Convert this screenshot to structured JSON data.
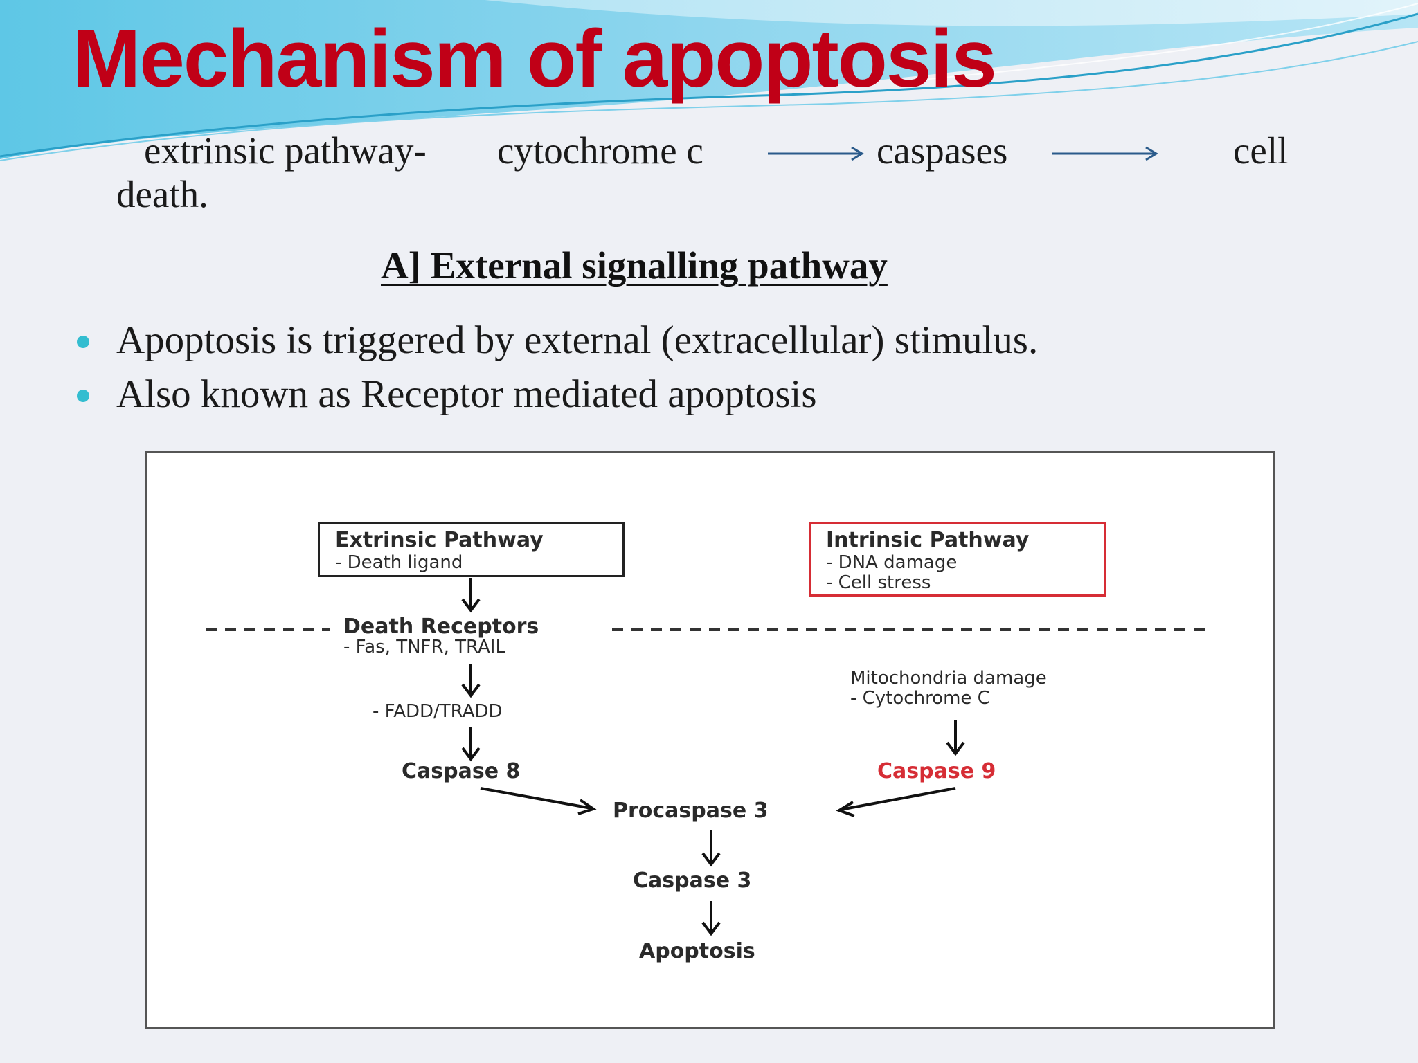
{
  "title": "Mechanism of apoptosis",
  "intro": {
    "part1": "extrinsic pathway-",
    "part2": "cytochrome c",
    "part3": "caspases",
    "part4": "cell",
    "part5": "death."
  },
  "section_heading": "A] External signalling pathway",
  "bullets": [
    "Apoptosis is triggered by external (extracellular) stimulus.",
    "Also known as Receptor mediated apoptosis"
  ],
  "diagram": {
    "extrinsic_title": "Extrinsic Pathway",
    "extrinsic_sub": "- Death ligand",
    "intrinsic_title": "Intrinsic Pathway",
    "intrinsic_sub1": "- DNA damage",
    "intrinsic_sub2": "- Cell stress",
    "death_receptors": "Death Receptors",
    "receptors_sub": "- Fas, TNFR, TRAIL",
    "fadd": "- FADD/TRADD",
    "mito_damage": "Mitochondria damage",
    "cytochrome": "- Cytochrome C",
    "caspase8": "Caspase 8",
    "caspase9": "Caspase 9",
    "procaspase3": "Procaspase 3",
    "caspase3": "Caspase 3",
    "apoptosis": "Apoptosis"
  },
  "colors": {
    "title": "#c00017",
    "bullet": "#33bdd0",
    "intrinsic_box": "#d62d35",
    "caspase9": "#d62d35",
    "flow_arrow": "#2a5a8a"
  }
}
